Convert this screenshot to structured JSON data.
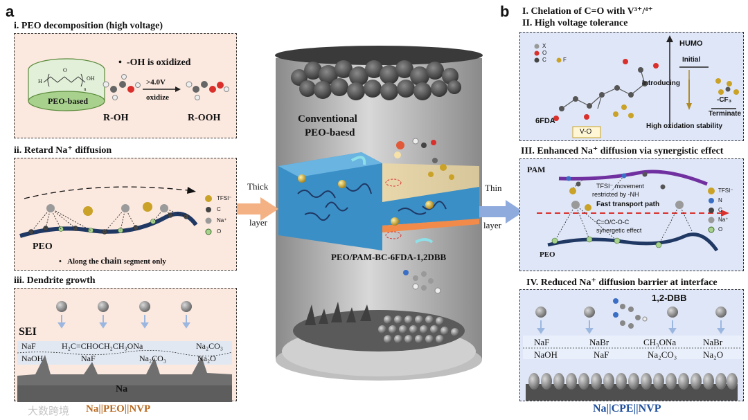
{
  "panel_a": {
    "letter": "a",
    "sec1": {
      "title": "i. PEO decomposition (high voltage)",
      "bullet": "-OH is oxidized",
      "peo_label": "PEO-based",
      "voltage": ">4.0V",
      "arrow_word": "oxidize",
      "left_formula": "R-OH",
      "right_formula": "R-OOH",
      "struct_h": "H",
      "struct_oh": "OH",
      "struct_o": "O",
      "struct_n": "n"
    },
    "sec2": {
      "title": "ii. Retard Na⁺ diffusion",
      "peo": "PEO",
      "note_prefix": "Along the ",
      "note_chain": "chain",
      "note_suffix": " segment only",
      "legend": [
        "TFSI⁻",
        "C",
        "Na⁺",
        "O"
      ]
    },
    "sec3": {
      "title": "iii. Dendrite growth",
      "sei": "SEI",
      "row1": [
        "NaF",
        "H₂C=CHOCH₂CH₃ONa",
        "Na₂CO₃"
      ],
      "row2": [
        "NaOH",
        "NaF",
        "Na₂CO₃",
        "Na₂O"
      ],
      "na": "Na"
    },
    "cell_label": "Na||PEO||NVP",
    "watermark": "大数跨境"
  },
  "center": {
    "conventional": "Conventional",
    "peo_baesd": "PEO-baesd",
    "membrane": "PEO/PAM-BC-6FDA-1,2DBB",
    "thick_1": "Thick",
    "thick_2": "layer",
    "thin_1": "Thin",
    "thin_2": "layer"
  },
  "panel_b": {
    "letter": "b",
    "head1": "I.  Chelation of C=O with V³⁺/⁴⁺",
    "head2": "II. High voltage tolerance",
    "sec1": {
      "legend": [
        "X",
        "O",
        "C",
        "F"
      ],
      "fda": "6FDA",
      "vo": "V-O",
      "humo": "HUMO",
      "initial": "Initial",
      "introducing": "Introducing",
      "cf3": "-CF₃",
      "terminate": "Terminate",
      "stability": "High oxidation stability"
    },
    "sec2": {
      "title": "III. Enhanced Na⁺ diffusion via synergistic effect",
      "pam": "PAM",
      "tfsi_1": "TFSI⁻ movement",
      "tfsi_2": "restricted by -NH",
      "fast": "Fast transport path",
      "syn_1": "C=O/C-O-C",
      "syn_2": "synergetic effect",
      "peo": "PEO",
      "legend": [
        "TFSI⁻",
        "N",
        "C",
        "Na⁺",
        "O"
      ]
    },
    "sec3": {
      "title": "IV. Reduced Na⁺ diffusion barrier at interface",
      "dbb": "1,2-DBB",
      "row1": [
        "NaF",
        "NaBr",
        "CH₃ONa",
        "NaBr"
      ],
      "row2": [
        "NaOH",
        "NaF",
        "Na₂CO₃",
        "Na₂O"
      ]
    },
    "cell_label": "Na||CPE||NVP"
  },
  "colors": {
    "left_panel_bg": "#fbe8df",
    "right_panel_bg": "#dfe6f7",
    "thick_arrow": "#f4b183",
    "thin_arrow": "#8faadc",
    "membrane": "#3a8fc6",
    "peo_chain": "#1f3864",
    "pam_chain": "#7030a0",
    "na_ion": "#c9a227",
    "label_left": "#b8691f",
    "label_right": "#1f4e9c"
  }
}
